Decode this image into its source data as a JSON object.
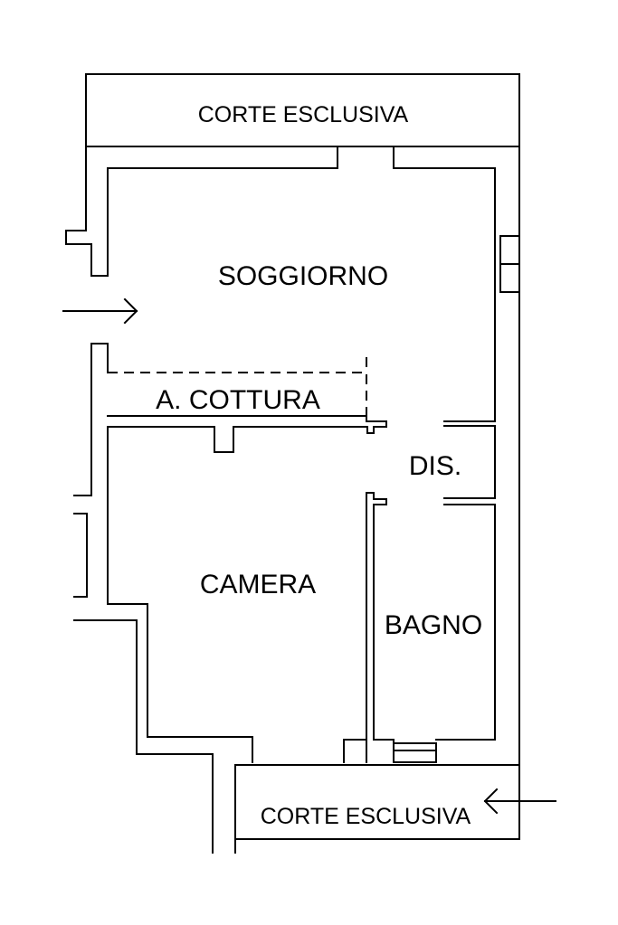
{
  "plan": {
    "rooms": {
      "courtyard_top": "CORTE ESCLUSIVA",
      "living_room": "SOGGIORNO",
      "kitchenette": "A. COTTURA",
      "hallway": "DIS.",
      "bedroom": "CAMERA",
      "bathroom": "BAGNO",
      "courtyard_bottom": "CORTE ESCLUSIVA"
    },
    "colors": {
      "line": "#000000",
      "background": "#ffffff"
    }
  }
}
